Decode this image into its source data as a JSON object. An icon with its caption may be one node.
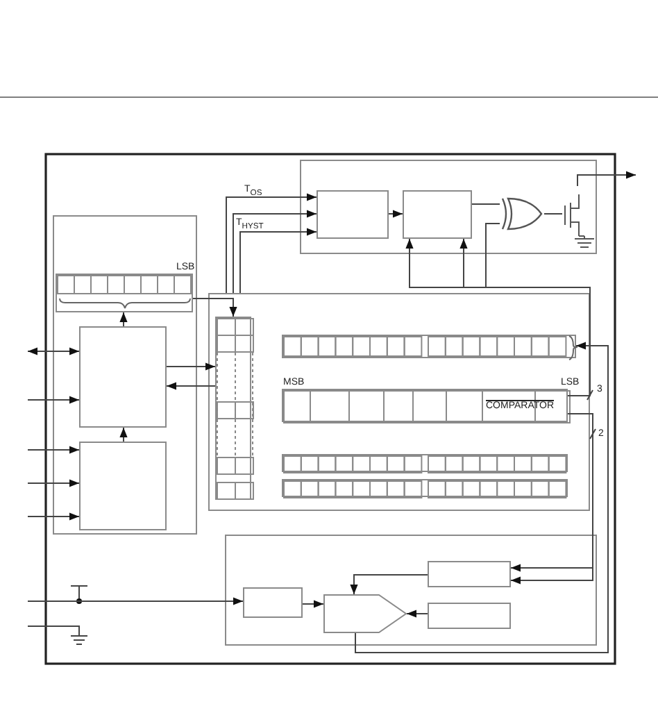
{
  "diagram": {
    "nodes": [
      {
        "text": [],
        "shape": "box"
      },
      {
        "text": [],
        "shape": "box",
        "in": 0,
        "beside": [
          "LSB"
        ]
      },
      {
        "text": [],
        "shape": "box",
        "in": 0
      },
      {
        "text": [],
        "shape": "box",
        "in": 0
      },
      {
        "text": [],
        "shape": "box"
      },
      {
        "text": [],
        "shape": "box",
        "in": 4
      },
      {
        "text": [],
        "shape": "box",
        "in": 4
      },
      {
        "text": [
          "COMPARATOR"
        ],
        "in": 4,
        "beside": [
          "MSB",
          "LSB"
        ]
      },
      {
        "text": [],
        "shape": "box",
        "in": 4
      },
      {
        "text": [],
        "shape": "box",
        "in": 4
      },
      {
        "text": [],
        "shape": "box"
      },
      {
        "text": [],
        "shape": "box",
        "in": 10
      },
      {
        "text": [],
        "shape": "box",
        "in": 10
      },
      {
        "text": [],
        "shape": "gate",
        "in": 10
      },
      {
        "text": [],
        "shape": "transistor",
        "in": 10
      },
      {
        "text": [],
        "shape": "box"
      },
      {
        "text": [],
        "shape": "box",
        "in": 15
      },
      {
        "text": [],
        "shape": "pentagon",
        "in": 15
      },
      {
        "text": [],
        "shape": "box",
        "in": 15
      },
      {
        "text": [],
        "shape": "box",
        "in": 15
      }
    ],
    "edges": [
      {
        "from": null,
        "to": 2,
        "arrow": "both"
      },
      {
        "from": null,
        "to": 2,
        "arrow": "to"
      },
      {
        "from": null,
        "to": 3,
        "arrow": "to"
      },
      {
        "from": null,
        "to": 3,
        "arrow": "to"
      },
      {
        "from": null,
        "to": 3,
        "arrow": "to"
      },
      {
        "from": 3,
        "to": 2,
        "arrow": "to"
      },
      {
        "from": 2,
        "to": 1,
        "arrow": "to"
      },
      {
        "from": 2,
        "to": 5,
        "arrow": "to"
      },
      {
        "from": 5,
        "to": 2,
        "arrow": "to"
      },
      {
        "from": 1,
        "to": 5,
        "arrow": "to"
      },
      {
        "from": 4,
        "to": 11,
        "arrow": "to",
        "label": "T$_{OS}$"
      },
      {
        "from": 4,
        "to": 11,
        "arrow": "to",
        "label": "T$_{HYST}$"
      },
      {
        "from": 4,
        "to": 11,
        "arrow": "to"
      },
      {
        "from": 11,
        "to": 12,
        "arrow": "to"
      },
      {
        "from": 12,
        "to": 13,
        "arrow": "none"
      },
      {
        "from": 13,
        "to": 14,
        "arrow": "none"
      },
      {
        "from": 14,
        "to": null,
        "arrow": "to"
      },
      {
        "from": 7,
        "to": 12,
        "arrow": "to"
      },
      {
        "from": 7,
        "to": 12,
        "arrow": "to"
      },
      {
        "from": 7,
        "to": 13,
        "arrow": "none"
      },
      {
        "from": 7,
        "to": 18,
        "arrow": "to"
      },
      {
        "from": 7,
        "to": 18,
        "arrow": "to"
      },
      {
        "from": 17,
        "to": 6,
        "arrow": "to"
      },
      {
        "from": 16,
        "to": 17,
        "arrow": "to"
      },
      {
        "from": 18,
        "to": 17,
        "arrow": "to"
      },
      {
        "from": 19,
        "to": 17,
        "arrow": "to"
      },
      {
        "from": null,
        "to": 16,
        "arrow": "to"
      }
    ],
    "labels": [
      "3",
      "2"
    ]
  }
}
